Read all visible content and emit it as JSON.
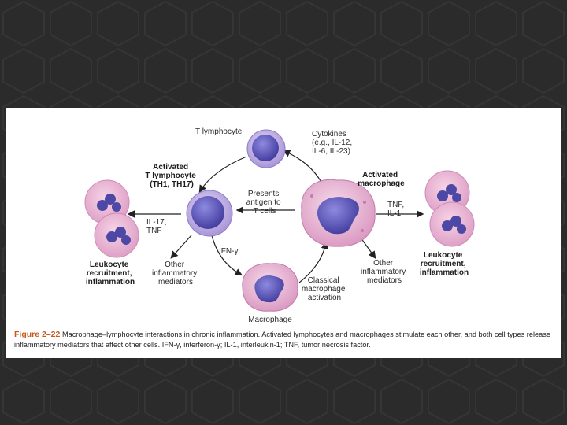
{
  "slide": {
    "background": "#2b2b2b",
    "pattern_color": "#353535"
  },
  "cells": {
    "t_lymphocyte": "T lymphocyte",
    "activated_t": [
      "Activated",
      "T lymphocyte",
      "(TH1, TH17)"
    ],
    "activated_macrophage": [
      "Activated",
      "macrophage"
    ],
    "macrophage": "Macrophage"
  },
  "labels": {
    "cytokines": [
      "Cytokines",
      "(e.g., IL-12,",
      "IL-6, IL-23)"
    ],
    "presents_antigen": [
      "Presents",
      "antigen to",
      "T cells"
    ],
    "ifn": "IFN-γ",
    "il17_tnf": [
      "IL-17,",
      "TNF"
    ],
    "tnf_il1": [
      "TNF,",
      "IL-1"
    ],
    "classical": [
      "Classical",
      "macrophage",
      "activation"
    ],
    "other_left": [
      "Other",
      "inflammatory",
      "mediators"
    ],
    "other_right": [
      "Other",
      "inflammatory",
      "mediators"
    ],
    "leukocyte_left": [
      "Leukocyte",
      "recruitment,",
      "inflammation"
    ],
    "leukocyte_right": [
      "Leukocyte",
      "recruitment,",
      "inflammation"
    ]
  },
  "caption": {
    "figure_number": "Figure 2–22",
    "text": "Macrophage–lymphocyte interactions in chronic inflammation. Activated lymphocytes and macrophages stimulate each other, and both cell types release inflammatory mediators that affect other cells. IFN-γ, interferon-γ; IL-1, interleukin-1; TNF, tumor necrosis factor."
  },
  "colors": {
    "lymphocyte_nucleus": "#5a56b8",
    "lymphocyte_body": "#c9b6e6",
    "macrophage_body": "#e9b9d6",
    "macrophage_nucleus": "#4f4aa8",
    "neutrophil_body": "#f0bcd8",
    "caption_number": "#c8591c"
  }
}
